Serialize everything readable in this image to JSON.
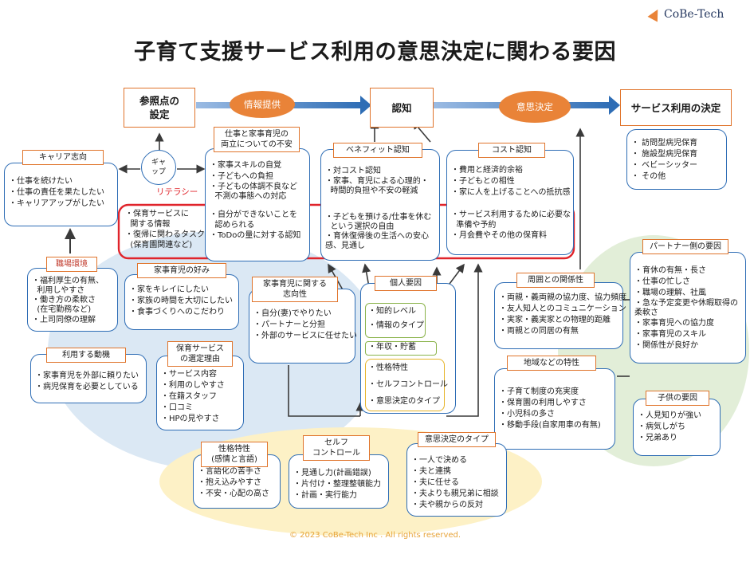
{
  "brand": {
    "logo_text": "CoBe-Tech"
  },
  "title": "子育て支援サービス利用の意思決定に関わる要因",
  "copyright": "© 2023 CoBe-Tech Inc . All rights reserved.",
  "colors": {
    "orange": "#e98338",
    "blue_line": "#2e6db5",
    "red_frame": "#e0242b",
    "yellow_blob": "#fdf1c6",
    "blue_blob": "#dbe8f4",
    "green_blob": "#e2eed8"
  },
  "flow": {
    "reference": "参照点の\n設定",
    "info_provision": "情報提供",
    "recognition": "認知",
    "decision": "意思決定",
    "service_decision": "サービス利用の決定",
    "gap": "ギャ\nップ",
    "literacy": "リテラシー"
  },
  "boxes": {
    "career": {
      "title": "キャリア志向",
      "items": [
        "・仕事を続けたい",
        "・仕事の責任を果たしたい",
        "・キャリアアップがしたい"
      ]
    },
    "work_balance": {
      "title": "仕事と家事育児の\n両立についての不安",
      "items_top": [
        "・家事スキルの自覚",
        "・子どもへの負担",
        "・子どもの体調不良など\n  不測の事態への対応"
      ],
      "items_bottom": [
        "・自分ができないことを\n  認められる",
        "・ToDoの量に対する認知"
      ]
    },
    "benefit": {
      "title": "ベネフィット認知",
      "items_top": [
        "・対コスト認知",
        "・家事、育児による心理的・\n  時間的負担や不安の軽減"
      ],
      "items_bottom": [
        "・子どもを預ける/仕事を休む\n  という選択の自由",
        "・育休復帰後の生活への安心\n感、見通し"
      ]
    },
    "cost": {
      "title": "コスト認知",
      "items_top": [
        "・費用と経済的余裕",
        "・子どもとの相性",
        "・家に人を上げることへの抵抗感"
      ],
      "items_bottom": [
        "・サービス利用するために必要な\n  準備や予約",
        "・月会費やその他の保育料"
      ]
    },
    "info_left": {
      "items": [
        "・保育サービスに\n  関する情報",
        "・復帰に関わるタスク\n  (保育園関連など)"
      ]
    },
    "services": {
      "items": [
        "・ 訪問型病児保育",
        "・ 施設型病児保育",
        "・ ベビーシッター",
        "・ その他"
      ]
    },
    "workplace": {
      "title": "職場環境",
      "items": [
        "・福利厚生の有無、\n  利用しやすさ",
        "・働き方の柔軟さ\n  (在宅勤務など)",
        "・上司同僚の理解"
      ]
    },
    "housework_pref": {
      "title": "家事育児の好み",
      "items": [
        "・家をキレイにしたい",
        "・家族の時間を大切にしたい",
        "・食事づくりへのこだわり"
      ]
    },
    "orientation": {
      "title": "家事育児に関する\n志向性",
      "items": [
        "・自分(妻)でやりたい",
        "・パートナーと分担",
        "・外部のサービスに任せたい"
      ]
    },
    "personal": {
      "title": "個人要因",
      "g1": [
        "・知的レベル",
        "・情報のタイプ"
      ],
      "g2": [
        "・年収・貯蓄"
      ],
      "g3": [
        "・性格特性",
        "・セルフコントロール",
        "・意思決定のタイプ"
      ]
    },
    "surroundings": {
      "title": "周囲との関係性",
      "items": [
        "・両親・義両親の協力度、協力頻度",
        "・友人知人とのコミュニケーション",
        "・実家・義実家との物理的距離",
        "・両親との同居の有無"
      ]
    },
    "partner": {
      "title": "パートナー側の要因",
      "items": [
        "・育休の有無・長さ",
        "・仕事の忙しさ",
        "・職場の理解、社風",
        "・急な予定変更や休暇取得の\n柔軟さ",
        "・家事育児への協力度",
        "・家事育児のスキル",
        "・関係性が良好か"
      ]
    },
    "motive": {
      "title": "利用する動機",
      "items": [
        "・家事育児を外部に頼りたい",
        "・病児保育を必要としている"
      ]
    },
    "selection": {
      "title": "保育サービス\nの選定理由",
      "items": [
        "・サービス内容",
        "・利用のしやすさ",
        "・在籍スタッフ",
        "・口コミ",
        "・HPの見やすさ"
      ]
    },
    "region": {
      "title": "地域などの特性",
      "items": [
        "・子育て制度の充実度",
        "・保育園の利用しやすさ",
        "・小児科の多さ",
        "・移動手段(自家用車の有無)"
      ]
    },
    "child": {
      "title": "子供の要因",
      "items": [
        "・人見知りが強い",
        "・病気しがち",
        "・兄弟あり"
      ]
    },
    "personality": {
      "title": "性格特性\n(感情と言語)",
      "items": [
        "・言語化の苦手さ",
        "・抱え込みやすさ",
        "・不安・心配の高さ"
      ]
    },
    "self_control": {
      "title": "セルフ\nコントロール",
      "items": [
        "・見通し力(計画錯誤)",
        "・片付け・整理整頓能力",
        "・計画・実行能力"
      ]
    },
    "decision_type": {
      "title": "意思決定のタイプ",
      "items": [
        "・一人で決める",
        "・夫と連携",
        "・夫に任せる",
        "・夫よりも親兄弟に相談",
        "・夫や親からの反対"
      ]
    }
  }
}
